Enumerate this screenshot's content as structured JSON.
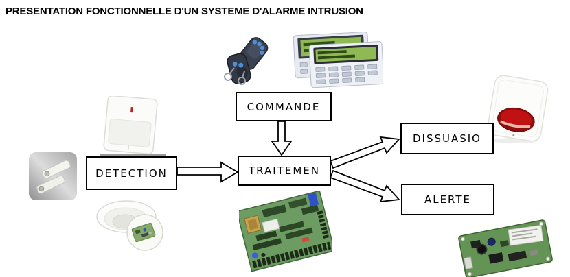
{
  "title": "PRESENTATION FONCTIONNELLE D'UN SYSTEME D'ALARME INTRUSION",
  "colors": {
    "background": "#ffffff",
    "text": "#000000",
    "box_fill": "#ffffff",
    "box_border": "#000000",
    "arrow_fill": "#ffffff",
    "arrow_stroke": "#000000",
    "lcd_green": "#8fb955",
    "siren_red": "#c01212",
    "pcb_green": "#6d9c62",
    "fob_button": "#4f8fd6"
  },
  "diagram": {
    "boxes": [
      {
        "id": "commande",
        "label": "COMMANDE"
      },
      {
        "id": "detection",
        "label": "DETECTION"
      },
      {
        "id": "traitement",
        "label": "TRAITEMEN"
      },
      {
        "id": "dissuasion",
        "label": "DISSUASIO"
      },
      {
        "id": "alerte",
        "label": "ALERTE"
      }
    ],
    "arrows": [
      {
        "from": "COMMANDE",
        "to": "TRAITEMEN"
      },
      {
        "from": "DETECTION",
        "to": "TRAITEMEN"
      },
      {
        "from": "TRAITEMEN",
        "to": "DISSUASIO"
      },
      {
        "from": "TRAITEMEN",
        "to": "ALERTE"
      }
    ],
    "devices": [
      "remote-keyfobs",
      "alarm-keypads",
      "pir-motion-detector",
      "magnetic-door-contacts",
      "ceiling-motion-detector",
      "alarm-control-panel-board",
      "outdoor-siren",
      "transmitter-board"
    ]
  }
}
